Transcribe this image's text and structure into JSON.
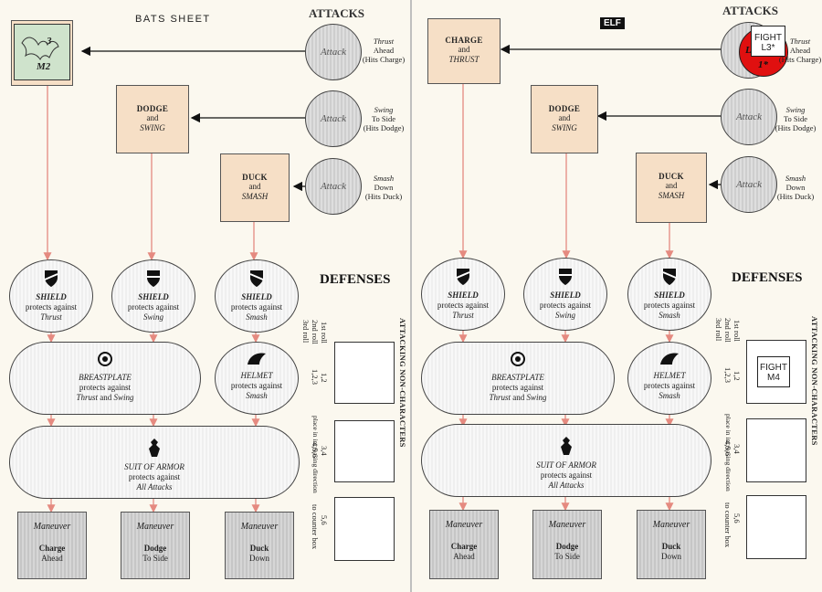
{
  "left": {
    "title": "BATS SHEET",
    "attacks_heading": "ATTACKS",
    "defenses_heading": "DEFENSES",
    "character_counter": {
      "top": "3",
      "bottom": "M2"
    },
    "maneuver_top": [
      {
        "line1": "",
        "line2": ""
      },
      {
        "line1": "DODGE",
        "line2": "and",
        "line3": "SWING"
      },
      {
        "line1": "DUCK",
        "line2": "and",
        "line3": "SMASH"
      }
    ],
    "attacks": [
      {
        "label": "Attack",
        "desc1": "Thrust",
        "desc2": "Ahead",
        "desc3": "(Hits Charge)"
      },
      {
        "label": "Attack",
        "desc1": "Swing",
        "desc2": "To Side",
        "desc3": "(Hits Dodge)"
      },
      {
        "label": "Attack",
        "desc1": "Smash",
        "desc2": "Down",
        "desc3": "(Hits Duck)"
      }
    ],
    "shields": [
      {
        "name": "SHIELD",
        "line": "protects against",
        "target": "Thrust"
      },
      {
        "name": "SHIELD",
        "line": "protects against",
        "target": "Swing"
      },
      {
        "name": "SHIELD",
        "line": "protects against",
        "target": "Smash"
      }
    ],
    "breastplate": {
      "name": "BREASTPLATE",
      "line": "protects against",
      "t1": "Thrust",
      "and": "and",
      "t2": "Swing"
    },
    "helmet": {
      "name": "HELMET",
      "line": "protects against",
      "target": "Smash"
    },
    "suit": {
      "name": "SUIT OF ARMOR",
      "line": "protects against",
      "target": "All Attacks"
    },
    "maneuvers": [
      {
        "label": "Maneuver",
        "a": "Charge",
        "b": "Ahead"
      },
      {
        "label": "Maneuver",
        "a": "Dodge",
        "b": "To Side"
      },
      {
        "label": "Maneuver",
        "a": "Duck",
        "b": "Down"
      }
    ],
    "rolls": {
      "r1": "1st roll",
      "r2": "2nd roll",
      "r3": "3rd roll",
      "v12": "1,2",
      "v123": "1,2,3",
      "v34": "3,4",
      "v456": "4,5,6",
      "v56": "5,6",
      "place": "place in increasing direction",
      "to": "to counter box"
    },
    "noncharacters": "ATTACKING NON-CHARACTERS"
  },
  "right": {
    "badge": "ELF",
    "attacks_heading": "ATTACKS",
    "defenses_heading": "DEFENSES",
    "maneuver_top": [
      {
        "line1": "CHARGE",
        "line2": "and",
        "line3": "THRUST"
      },
      {
        "line1": "DODGE",
        "line2": "and",
        "line3": "SWING"
      },
      {
        "line1": "DUCK",
        "line2": "and",
        "line3": "SMASH"
      }
    ],
    "attacks": [
      {
        "label": "",
        "desc1": "Thrust",
        "desc2": "Ahead",
        "desc3": "(Hits Charge)"
      },
      {
        "label": "Attack",
        "desc1": "Swing",
        "desc2": "To Side",
        "desc3": "(Hits Dodge)"
      },
      {
        "label": "Attack",
        "desc1": "Smash",
        "desc2": "Down",
        "desc3": "(Hits Duck)"
      }
    ],
    "red_counter": {
      "a": "L*",
      "b": "1*"
    },
    "fight_counter_top": {
      "a": "FIGHT",
      "b": "L3*"
    },
    "fight_counter_box": {
      "a": "FIGHT",
      "b": "M4"
    },
    "shields": [
      {
        "name": "SHIELD",
        "line": "protects against",
        "target": "Thrust"
      },
      {
        "name": "SHIELD",
        "line": "protects against",
        "target": "Swing"
      },
      {
        "name": "SHIELD",
        "line": "protects against",
        "target": "Smash"
      }
    ],
    "breastplate": {
      "name": "BREASTPLATE",
      "line": "protects against",
      "t1": "Thrust",
      "and": "and",
      "t2": "Swing"
    },
    "helmet": {
      "name": "HELMET",
      "line": "protects against",
      "target": "Smash"
    },
    "suit": {
      "name": "SUIT OF ARMOR",
      "line": "protects against",
      "target": "All Attacks"
    },
    "maneuvers": [
      {
        "label": "Maneuver",
        "a": "Charge",
        "b": "Ahead"
      },
      {
        "label": "Maneuver",
        "a": "Dodge",
        "b": "To Side"
      },
      {
        "label": "Maneuver",
        "a": "Duck",
        "b": "Down"
      }
    ],
    "rolls": {
      "r1": "1st roll",
      "r2": "2nd roll",
      "r3": "3rd roll",
      "v12": "1,2",
      "v123": "1,2,3",
      "v34": "3,4",
      "v456": "4,5,6",
      "v56": "5,6",
      "place": "place in increasing direction",
      "to": "to counter box"
    },
    "noncharacters": "ATTACKING NON-CHARACTERS"
  },
  "colors": {
    "tan": "#f6dfc6",
    "arrow_red": "#e58a80",
    "portrait_green": "#cfe3cc",
    "red_counter": "#e01010"
  }
}
